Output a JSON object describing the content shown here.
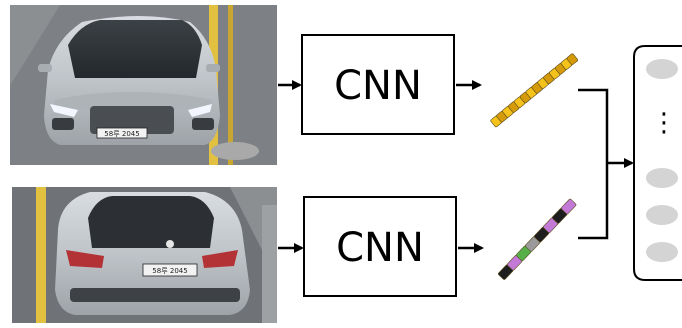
{
  "diagram": {
    "top_image": {
      "subject": "front view of silver hatchback",
      "plate": "58루 2045"
    },
    "bottom_image": {
      "subject": "rear view of silver hatchback",
      "plate": "58루 2045"
    },
    "blocks": [
      {
        "label": "CNN"
      },
      {
        "label": "CNN"
      }
    ],
    "top_feature": {
      "cells": 14,
      "colors": [
        "#f5c21b",
        "#d49a0a"
      ]
    },
    "bottom_feature": {
      "cells": 8,
      "colors": [
        "#1e1e1e",
        "#c27ad6",
        "#56b04a",
        "#9a9a9a",
        "#1e1e1e",
        "#c27ad6",
        "#1e1e1e",
        "#c27ad6"
      ]
    },
    "output_vector": {
      "top_nodes": 1,
      "bottom_nodes": 3,
      "ellipsis": "⋮",
      "node_color": "#d4d4d4"
    }
  }
}
